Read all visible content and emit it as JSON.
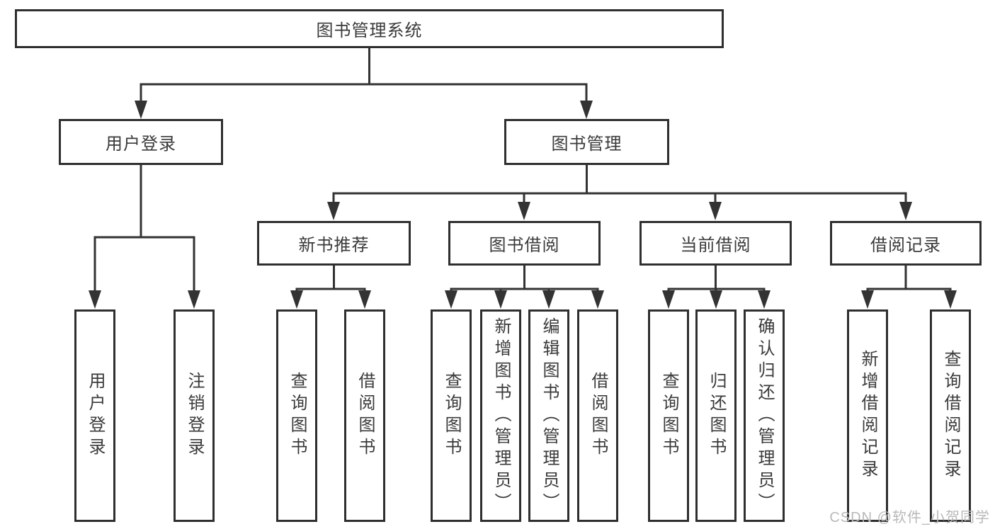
{
  "diagram_title": "图书管理系统",
  "tree": {
    "root": {
      "label": "图书管理系统"
    },
    "branches": [
      {
        "label": "用户登录",
        "children": [
          {
            "label": "用户登录"
          },
          {
            "label": "注销登录"
          }
        ]
      },
      {
        "label": "图书管理",
        "children": [
          {
            "label": "新书推荐",
            "children": [
              {
                "label": "查询图书"
              },
              {
                "label": "借阅图书"
              }
            ]
          },
          {
            "label": "图书借阅",
            "children": [
              {
                "label": "查询图书"
              },
              {
                "label": "新增图书（管理员）"
              },
              {
                "label": "编辑图书（管理员）"
              },
              {
                "label": "借阅图书"
              }
            ]
          },
          {
            "label": "当前借阅",
            "children": [
              {
                "label": "查询图书"
              },
              {
                "label": "归还图书"
              },
              {
                "label": "确认归还（管理员）"
              }
            ]
          },
          {
            "label": "借阅记录",
            "children": [
              {
                "label": "新增借阅记录"
              },
              {
                "label": "查询借阅记录"
              }
            ]
          }
        ]
      }
    ]
  },
  "watermark": {
    "text": "CSDN @软件_小贺同学"
  },
  "colors": {
    "line": "#333333",
    "box_border": "#2f2f2f",
    "text": "#3a3a3a",
    "background": "#ffffff",
    "watermark": "#b9b9b9"
  }
}
